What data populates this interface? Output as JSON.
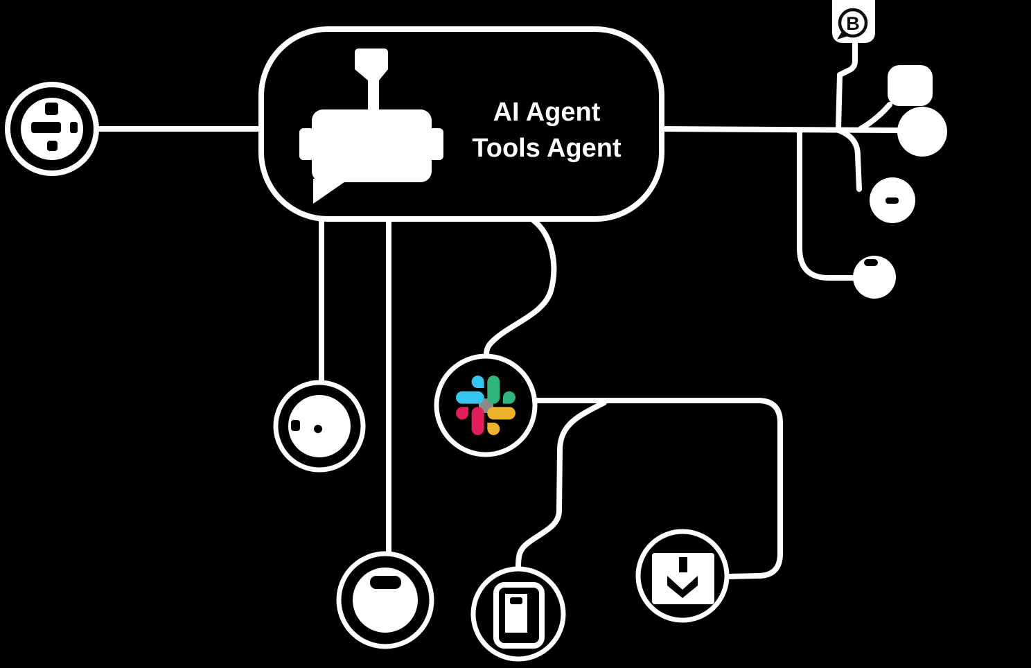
{
  "colors": {
    "bg": "#000000",
    "line": "#ffffff",
    "node": "#ffffff",
    "glyph": "#0d0d0d",
    "slack_blue": "#36C5F0",
    "slack_green": "#2EB67D",
    "slack_red": "#E01E5A",
    "slack_yellow": "#ECB22E",
    "slack_smudge": "#8a8a8a"
  },
  "agent_node": {
    "title_line1": "AI Agent",
    "title_line2": "Tools Agent",
    "icon": "robot-chat-icon"
  },
  "badge_node": {
    "label": "B",
    "icon": "speech-bubble-b-icon"
  },
  "tool_nodes": [
    {
      "id": "clock-trigger",
      "icon": "clock-dial-icon"
    },
    {
      "id": "gear-tool",
      "icon": "gear-disc-icon"
    },
    {
      "id": "dash-disc-tool",
      "icon": "dash-disc-icon"
    },
    {
      "id": "slack-tool",
      "icon": "slack-icon"
    },
    {
      "id": "phone-tool",
      "icon": "smartphone-icon"
    },
    {
      "id": "download-tool",
      "icon": "download-box-icon"
    },
    {
      "id": "blob-cluster",
      "icon": "blob-cluster-icon"
    },
    {
      "id": "dash-circle",
      "icon": "dash-dot-icon"
    },
    {
      "id": "small-dot",
      "icon": "small-dot-icon"
    }
  ]
}
